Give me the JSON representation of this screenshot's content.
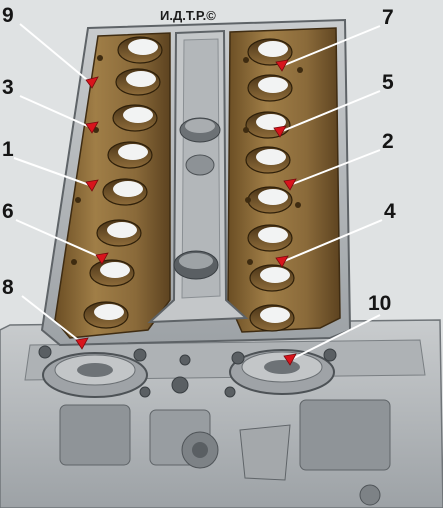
{
  "watermark": "И.Д.Т.Р.©",
  "callouts": [
    {
      "id": "c9",
      "label": "9"
    },
    {
      "id": "c3",
      "label": "3"
    },
    {
      "id": "c1",
      "label": "1"
    },
    {
      "id": "c6",
      "label": "6"
    },
    {
      "id": "c8",
      "label": "8"
    },
    {
      "id": "c7",
      "label": "7"
    },
    {
      "id": "c5",
      "label": "5"
    },
    {
      "id": "c2",
      "label": "2"
    },
    {
      "id": "c4",
      "label": "4"
    },
    {
      "id": "c10",
      "label": "10"
    }
  ],
  "colors": {
    "background": "#dfe2e3",
    "metal": "#b9bcbe",
    "metal_dark": "#7e8387",
    "gasket": "#8a6a3a",
    "gasket_shade": "#5f4520",
    "arrow": "#d8141c",
    "leader": "#ffffff"
  }
}
